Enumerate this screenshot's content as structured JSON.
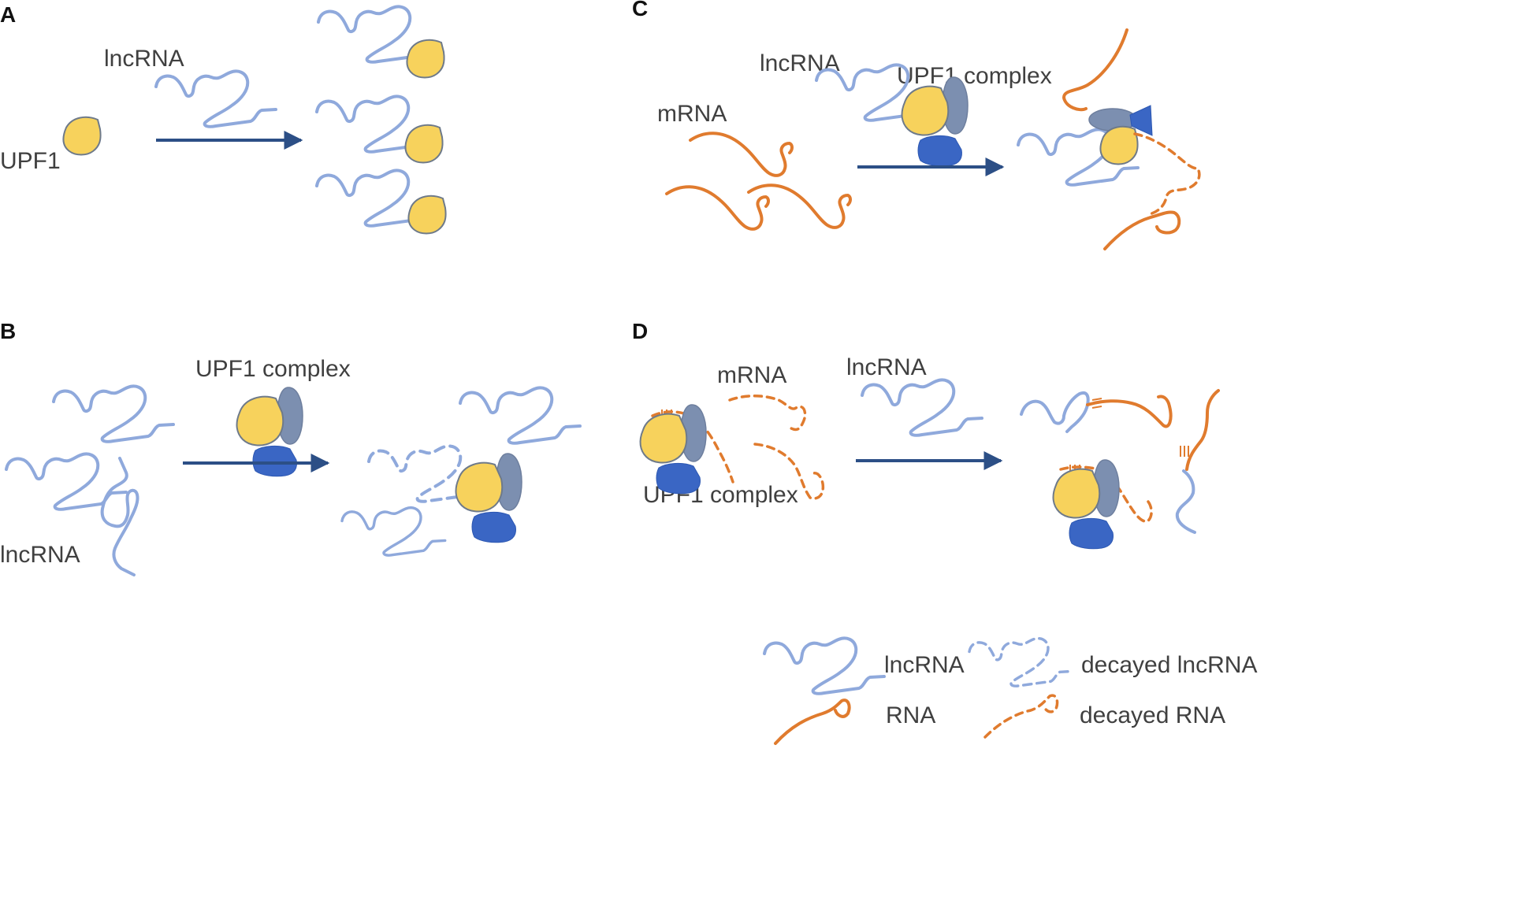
{
  "panels": {
    "a": {
      "letter": "A",
      "lncrna_label": "lncRNA",
      "upf1_label": "UPF1"
    },
    "b": {
      "letter": "B",
      "complex_label": "UPF1 complex",
      "lncrna_label": "lncRNA"
    },
    "c": {
      "letter": "C",
      "lncrna_label": "lncRNA",
      "complex_label": "UPF1 complex",
      "mrna_label": "mRNA"
    },
    "d": {
      "letter": "D",
      "mrna_label": "mRNA",
      "lncrna_label": "lncRNA",
      "complex_label": "UPF1 complex"
    }
  },
  "legend": {
    "lncrna": "lncRNA",
    "decayed_lncrna": "decayed lncRNA",
    "rna": "RNA",
    "decayed_rna": "decayed RNA"
  },
  "colors": {
    "lncrna": "#8fa9dc",
    "rna": "#e07b2e",
    "upf1": "#f7d25c",
    "upf1_outline": "#6e7a8a",
    "complex_gray": "#7c8fb0",
    "complex_blue": "#3a66c4",
    "arrow": "#2c4f86"
  }
}
